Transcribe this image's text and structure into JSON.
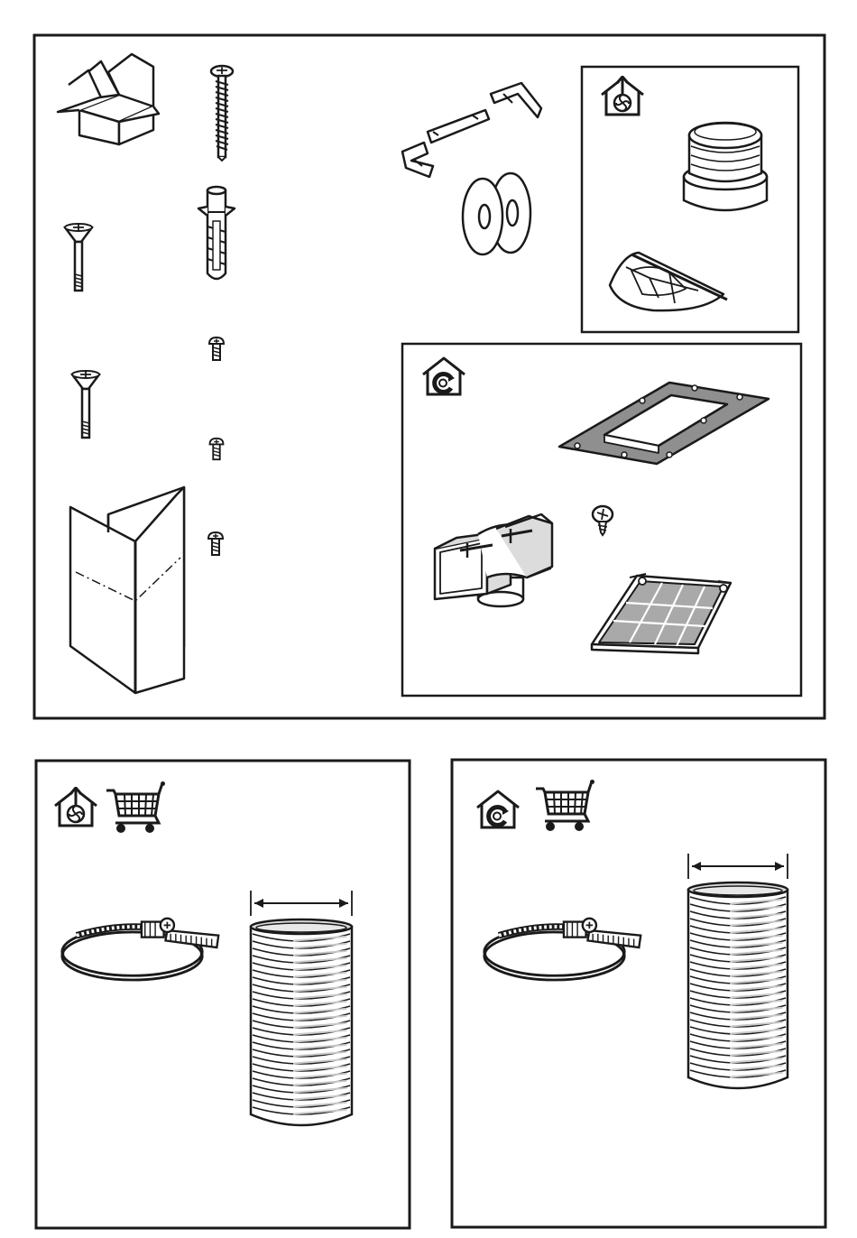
{
  "colors": {
    "line": "#1a1a1a",
    "paper": "#ffffff",
    "gasket": "#8f8f8f",
    "filter_cell": "#a9a9a9",
    "duct_band": "#dcdcdc",
    "duct_strip": "#c8c8c8"
  },
  "icons": {
    "ducted_mode": "house-fan-arrow-up-icon",
    "recirculation_mode": "house-recirculation-icon",
    "purchase": "shopping-cart-icon"
  },
  "panels": {
    "main": {
      "name": "supplied-parts-panel"
    },
    "ducted_kit": {
      "name": "ducted-mode-parts-panel"
    },
    "recirc_kit": {
      "name": "recirculation-mode-parts-panel"
    },
    "optional_ducted": {
      "name": "optional-ducted-accessories-panel"
    },
    "optional_recirc": {
      "name": "optional-recirculation-accessories-panel"
    }
  }
}
